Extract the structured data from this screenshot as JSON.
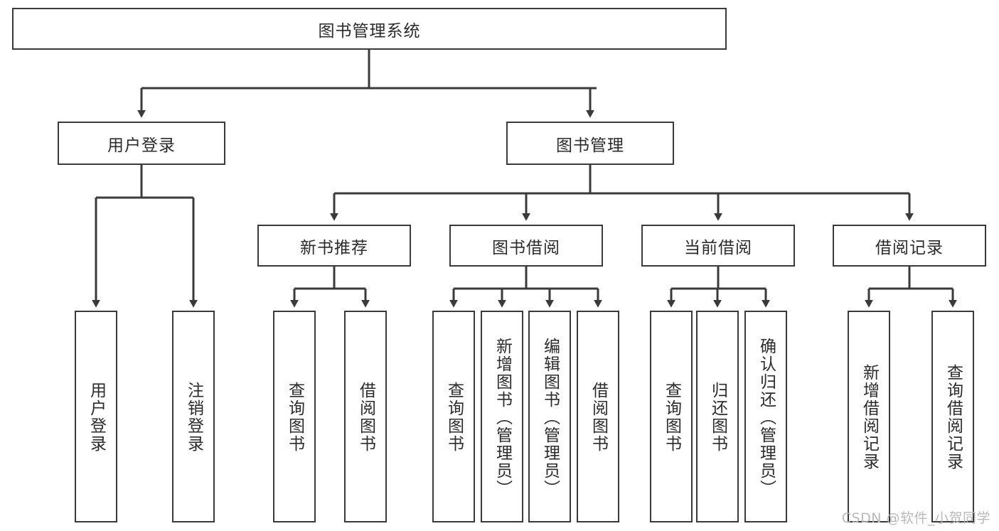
{
  "diagram": {
    "title": "图书管理系统",
    "type": "function-structure-tree",
    "levels": 4,
    "nodes": {
      "root": {
        "label": "图书管理系统"
      },
      "level2": [
        {
          "id": "user-login",
          "label": "用户登录"
        },
        {
          "id": "book-manage",
          "label": "图书管理"
        }
      ],
      "level3": [
        {
          "id": "new-book-recommend",
          "label": "新书推荐",
          "parent": "book-manage"
        },
        {
          "id": "book-borrow",
          "label": "图书借阅",
          "parent": "book-manage"
        },
        {
          "id": "current-borrow",
          "label": "当前借阅",
          "parent": "book-manage"
        },
        {
          "id": "borrow-record",
          "label": "借阅记录",
          "parent": "book-manage"
        }
      ],
      "leaves": [
        {
          "id": "leaf-user-login",
          "label": "用户登录",
          "parent": "user-login"
        },
        {
          "id": "leaf-user-logout",
          "label": "注销登录",
          "parent": "user-login"
        },
        {
          "id": "leaf-query-book-1",
          "label": "查询图书",
          "parent": "new-book-recommend"
        },
        {
          "id": "leaf-borrow-book-1",
          "label": "借阅图书",
          "parent": "new-book-recommend"
        },
        {
          "id": "leaf-query-book-2",
          "label": "查询图书",
          "parent": "book-borrow"
        },
        {
          "id": "leaf-add-book",
          "label": "新增图书（管理员）",
          "parent": "book-borrow"
        },
        {
          "id": "leaf-edit-book",
          "label": "编辑图书（管理员）",
          "parent": "book-borrow"
        },
        {
          "id": "leaf-borrow-book-2",
          "label": "借阅图书",
          "parent": "book-borrow"
        },
        {
          "id": "leaf-query-book-3",
          "label": "查询图书",
          "parent": "current-borrow"
        },
        {
          "id": "leaf-return-book",
          "label": "归还图书",
          "parent": "current-borrow"
        },
        {
          "id": "leaf-confirm-return",
          "label": "确认归还（管理员）",
          "parent": "current-borrow"
        },
        {
          "id": "leaf-add-record",
          "label": "新增借阅记录",
          "parent": "borrow-record"
        },
        {
          "id": "leaf-query-record",
          "label": "查询借阅记录",
          "parent": "borrow-record"
        }
      ]
    },
    "colors": {
      "stroke": "#3a3a3a",
      "fill": "#ffffff",
      "text": "#2b2b2b",
      "watermark": "#b9b9b9"
    }
  },
  "watermark": {
    "text": "CSDN @软件_小贺同学"
  }
}
